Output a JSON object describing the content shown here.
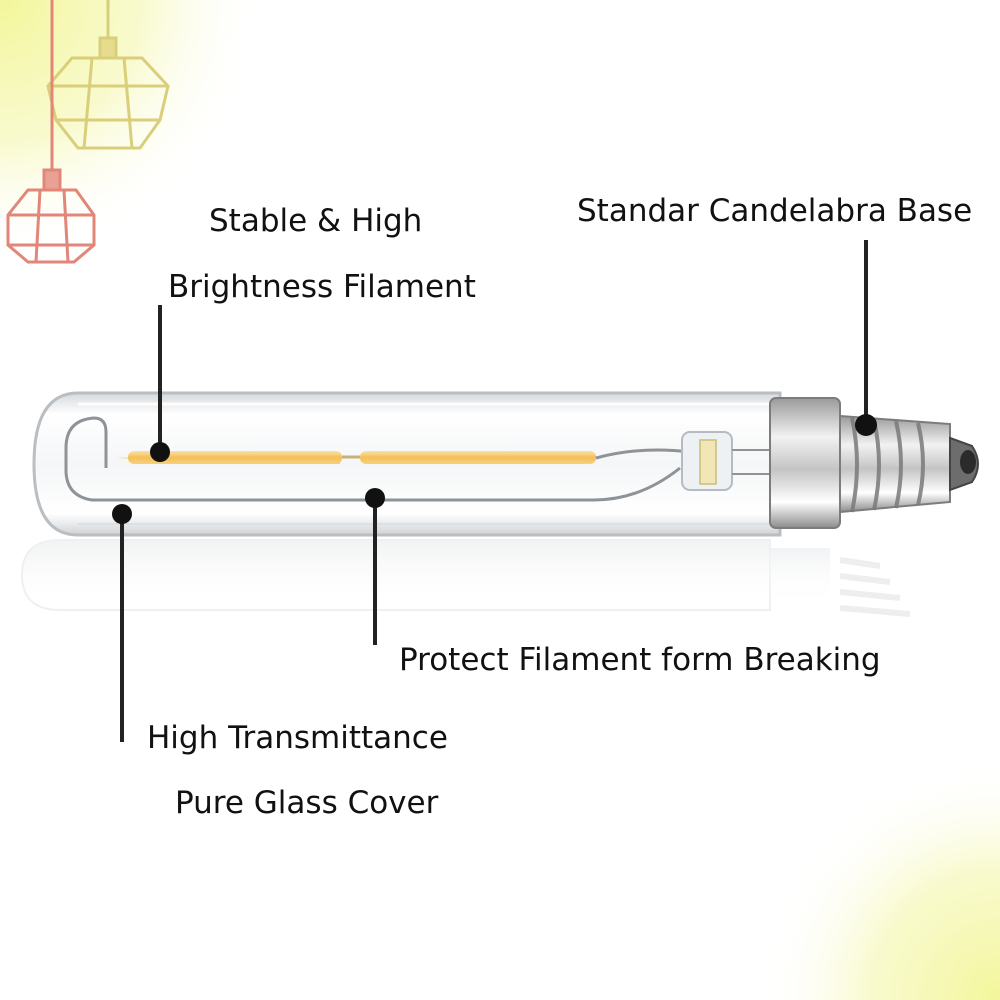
{
  "labels": {
    "filament_line1": "Stable & High",
    "filament_line2": "Brightness Filament",
    "base": "Standar Candelabra Base",
    "protect": "Protect Filament form Breaking",
    "glass_line1": "High Transmittance",
    "glass_line2": "Pure Glass Cover"
  },
  "colors": {
    "text": "#111111",
    "callout_line": "#222222",
    "filament": "#f7c65a",
    "corner_glow": "#f5f7a0",
    "lamp_yellow": "#d9cf7a",
    "lamp_red": "#e2867a"
  }
}
